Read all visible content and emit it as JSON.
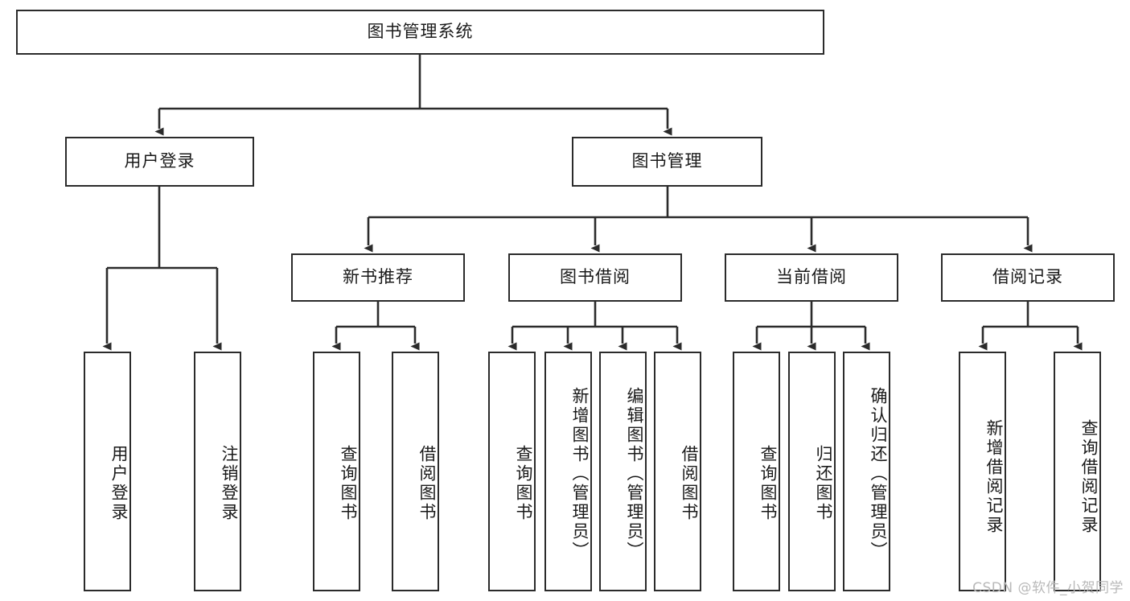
{
  "diagram": {
    "title": "图书管理系统",
    "watermark": "CSDN @软件_小贺同学",
    "colors": {
      "stroke": "#2b2b2b",
      "fill": "#ffffff",
      "text": "#1a1a1a",
      "watermark": "#b9b9b9"
    },
    "nodes": {
      "root": {
        "label": "图书管理系统"
      },
      "level2": [
        {
          "id": "user-login",
          "label": "用户登录"
        },
        {
          "id": "book-manage",
          "label": "图书管理"
        }
      ],
      "level3": [
        {
          "id": "new-book-recommend",
          "label": "新书推荐"
        },
        {
          "id": "book-borrow",
          "label": "图书借阅"
        },
        {
          "id": "current-borrow",
          "label": "当前借阅"
        },
        {
          "id": "borrow-record",
          "label": "借阅记录"
        }
      ],
      "leaves": {
        "user-login": [
          {
            "id": "leaf-user-login",
            "label": "用户登录"
          },
          {
            "id": "leaf-user-logout",
            "label": "注销登录"
          }
        ],
        "new-book-recommend": [
          {
            "id": "leaf-query-book-1",
            "label": "查询图书"
          },
          {
            "id": "leaf-borrow-book-1",
            "label": "借阅图书"
          }
        ],
        "book-borrow": [
          {
            "id": "leaf-query-book-2",
            "label": "查询图书"
          },
          {
            "id": "leaf-add-book-admin",
            "label": "新增图书（管理员）"
          },
          {
            "id": "leaf-edit-book-admin",
            "label": "编辑图书（管理员）"
          },
          {
            "id": "leaf-borrow-book-2",
            "label": "借阅图书"
          }
        ],
        "current-borrow": [
          {
            "id": "leaf-query-book-3",
            "label": "查询图书"
          },
          {
            "id": "leaf-return-book",
            "label": "归还图书"
          },
          {
            "id": "leaf-confirm-return-admin",
            "label": "确认归还（管理员）"
          }
        ],
        "borrow-record": [
          {
            "id": "leaf-add-borrow-record",
            "label": "新增借阅记录"
          },
          {
            "id": "leaf-query-borrow-record",
            "label": "查询借阅记录"
          }
        ]
      }
    }
  }
}
